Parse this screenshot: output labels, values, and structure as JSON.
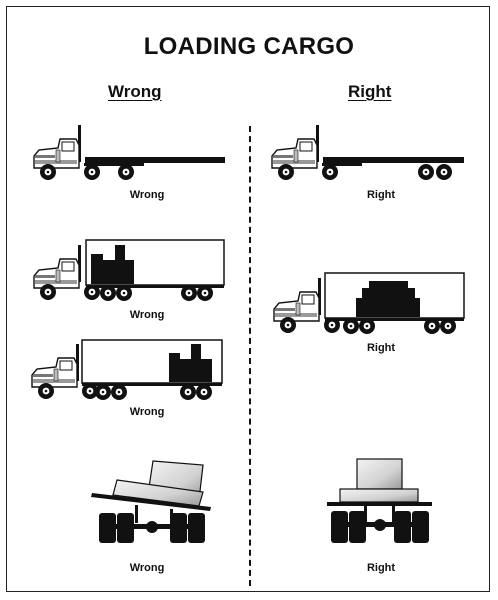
{
  "title": "LOADING CARGO",
  "columns": {
    "left": "Wrong",
    "right": "Right"
  },
  "captions": {
    "flatbed_left": "Wrong",
    "flatbed_right": "Right",
    "box_rear_load_left": "Wrong",
    "box_center_load_right": "Right",
    "box_front_load_left": "Wrong",
    "axle_left": "Wrong",
    "axle_right": "Right"
  }
}
